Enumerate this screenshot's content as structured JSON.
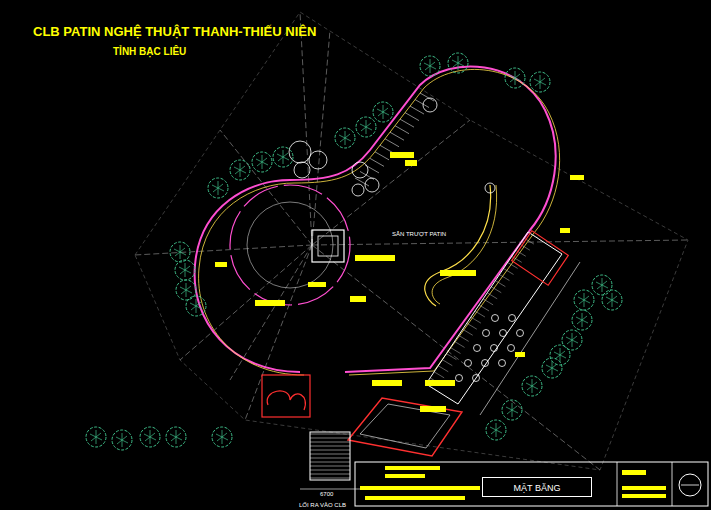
{
  "diagram": {
    "title": "CLB PATIN NGHỆ THUẬT THANH-THIẾU NIÊN",
    "nodes": [
      {
        "text": [
          "MẶT BẰNG"
        ]
      }
    ],
    "labels": [
      "TỈNH BẠC LIÊU",
      "SÂN TRƯỢT PATIN",
      "LỐI RA VÀO CLB",
      "6700"
    ]
  }
}
